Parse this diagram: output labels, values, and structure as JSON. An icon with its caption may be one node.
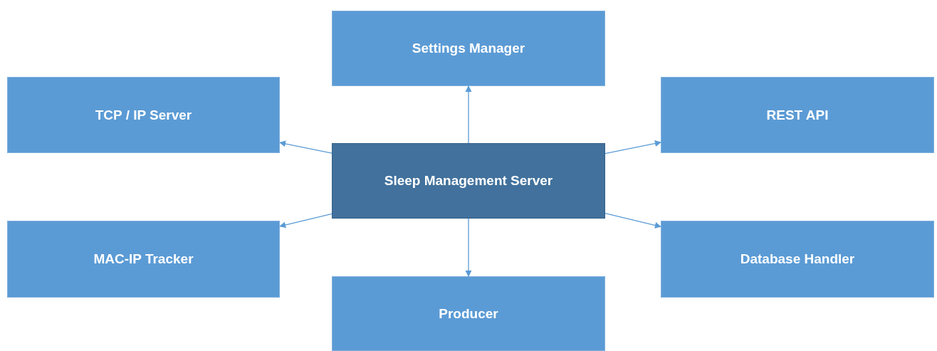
{
  "diagram": {
    "nodes": [
      {
        "text": [
          "Settings Manager"
        ]
      },
      {
        "text": [
          "TCP / IP Server"
        ]
      },
      {
        "text": [
          "REST API"
        ]
      },
      {
        "text": [
          "Sleep Management Server"
        ]
      },
      {
        "text": [
          "MAC-IP Tracker"
        ]
      },
      {
        "text": [
          "Database Handler"
        ]
      },
      {
        "text": [
          "Producer"
        ]
      }
    ],
    "edges": [
      {
        "from": 3,
        "to": 0,
        "arrow": "to"
      },
      {
        "from": 3,
        "to": 1,
        "arrow": "to"
      },
      {
        "from": 3,
        "to": 2,
        "arrow": "to"
      },
      {
        "from": 3,
        "to": 4,
        "arrow": "to"
      },
      {
        "from": 3,
        "to": 5,
        "arrow": "to"
      },
      {
        "from": 3,
        "to": 6,
        "arrow": "to"
      }
    ]
  }
}
